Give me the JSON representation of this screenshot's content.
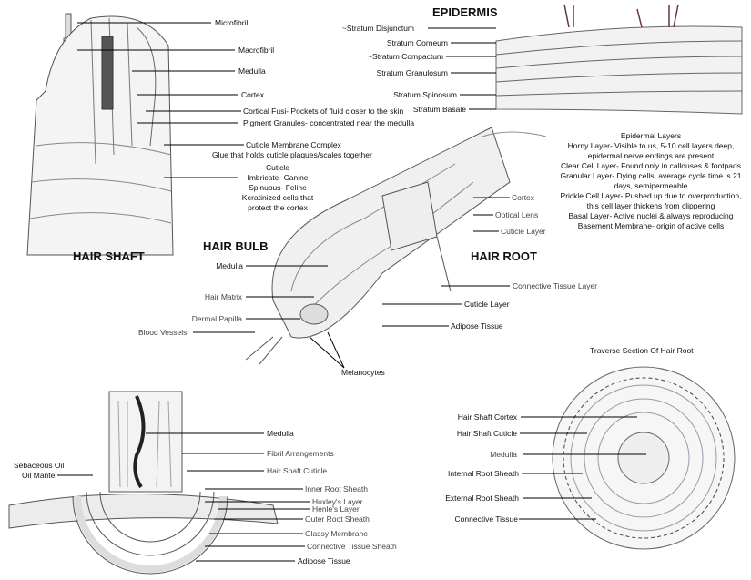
{
  "hair_shaft": {
    "title": "HAIR SHAFT",
    "labels": [
      "Microfibril",
      "Macrofibril",
      "Medulla",
      "Cortex",
      "Cortical Fusi- Pockets of fluid closer to the skin",
      "Pigment Granules- concentrated near the medulla",
      "Cuticle Membrane Complex"
    ],
    "membrane_note": "Glue that holds cuticle plaques/scales together",
    "cuticle_note": [
      "Cuticle",
      "Imbricate- Canine",
      "Spinuous- Feline",
      "Keratinized cells that",
      "protect the cortex"
    ]
  },
  "epidermis": {
    "title": "EPIDERMIS",
    "labels": [
      "~Stratum Disjunctum",
      "Stratum Corneum",
      "~Stratum Compactum",
      "Stratum Granulosum",
      "Stratum Spinosum",
      "Stratum Basale"
    ],
    "layers_text": [
      "Epidermal Layers",
      "Horny Layer- Visible to us, 5-10 cell layers deep,",
      "epidermal nerve endings are present",
      "Clear Cell Layer- Found only in callouses & footpads",
      "Granular Layer- Dying cells, average cycle time is 21",
      "days, semipermeable",
      "Prickle Cell Layer- Pushed up due to overproduction,",
      "this cell layer thickens from clippering",
      "Basal Layer- Active nuclei & always reproducing",
      "Basement Membrane- origin of active cells"
    ]
  },
  "hair_root": {
    "title": "HAIR ROOT",
    "labels": [
      "Cortex",
      "Optical Lens",
      "Cuticle Layer",
      "Connective Tissue Layer",
      "Cuticle Layer",
      "Adipose Tissue"
    ]
  },
  "hair_bulb": {
    "title": "HAIR BULB",
    "labels": [
      "Medulla",
      "Hair Matrix",
      "Dermal Papilla",
      "Blood Vessels",
      "Melanocytes"
    ]
  },
  "follicle": {
    "labels": [
      "Medulla",
      "Fibril Arrangements",
      "Hair Shaft Cuticle",
      "Inner Root Sheath",
      "Huxley's Layer",
      "Henle's Layer",
      "Outer Root Sheath",
      "Glassy Membrane",
      "Connective Tissue Sheath",
      "Adipose Tissue"
    ],
    "oil": [
      "Sebaceous Oil",
      "Oil Mantel"
    ]
  },
  "traverse": {
    "title": "Traverse Section Of Hair Root",
    "labels": [
      "Hair Shaft Cortex",
      "Hair Shaft Cuticle",
      "Medulla",
      "Internal Root Sheath",
      "External Root Sheath",
      "Connective Tissue"
    ]
  }
}
